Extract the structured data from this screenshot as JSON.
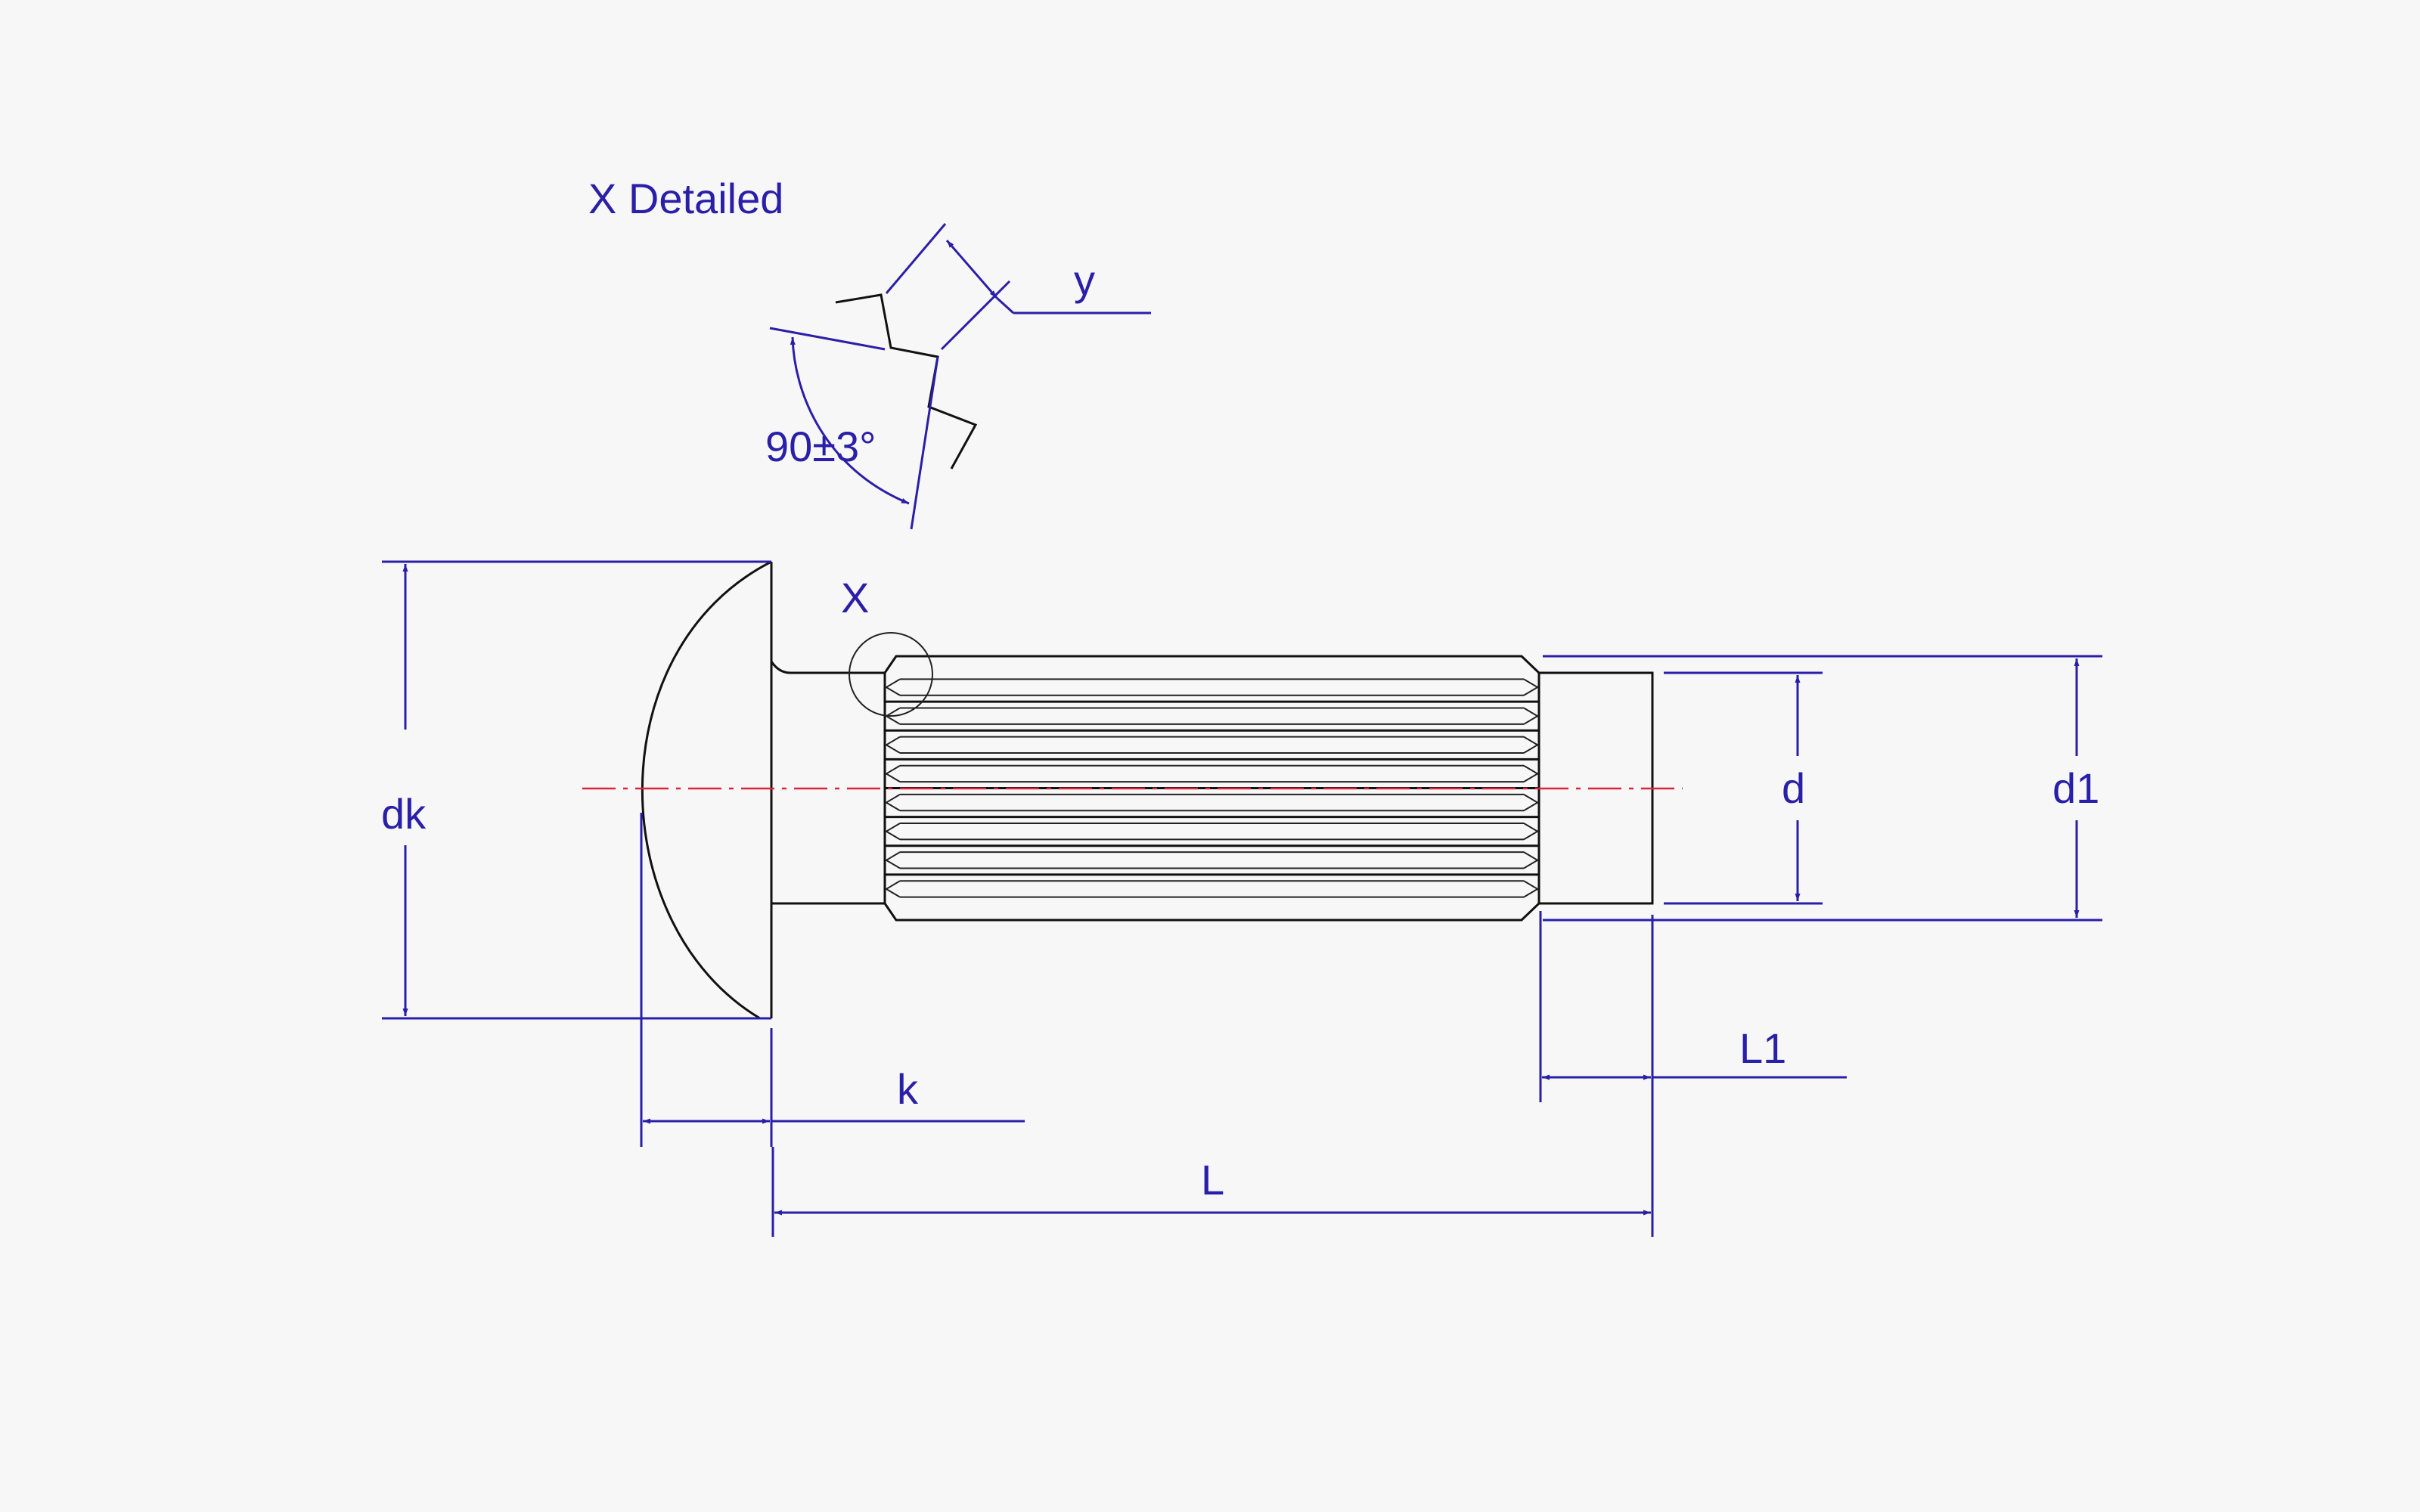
{
  "drawing": {
    "detail_title": "X Detailed",
    "detail_marker": "X",
    "angle_label": "90±3°",
    "labels": {
      "y": "y",
      "dk": "dk",
      "k": "k",
      "L": "L",
      "L1": "L1",
      "d": "d",
      "d1": "d1"
    }
  },
  "colors": {
    "dimension": "#2a1fa8",
    "outline": "#111111",
    "centerline": "#d9263a",
    "background": "#f7f7f7"
  }
}
